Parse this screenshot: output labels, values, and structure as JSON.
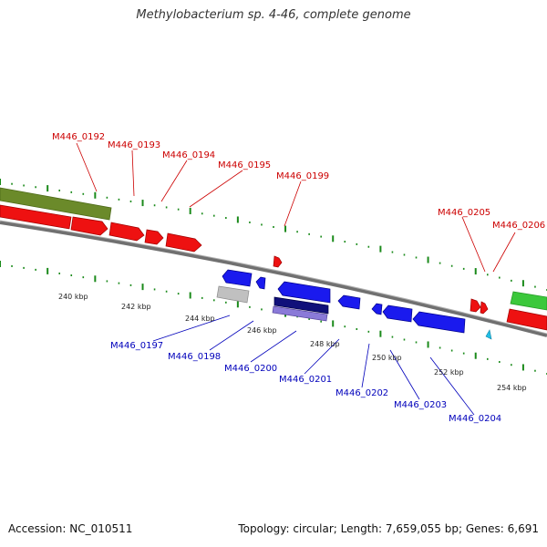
{
  "title": "Methylobacterium sp. 4-46, complete genome",
  "footer": {
    "accession": "Accession: NC_010511",
    "topology": "Topology: circular",
    "length": "Length: 7,659,055 bp",
    "genes": "Genes: 6,691"
  },
  "colors": {
    "forward_gene": "#ee1111",
    "reverse_gene": "#1a1aee",
    "rrna_olive": "#6b8a2a",
    "rrna_green": "#3cc83c",
    "pseudo_gray": "#c0c0c0",
    "dark_blue": "#10107a",
    "light_purple": "#8a7ad8",
    "cyan": "#22c0e8",
    "tick_green": "#1a8a1a",
    "forward_label": "#cc0000",
    "reverse_label": "#0000bb",
    "backbone": "#808080"
  },
  "scale_labels": [
    {
      "text": "240 kbp"
    },
    {
      "text": "242 kbp"
    },
    {
      "text": "244 kbp"
    },
    {
      "text": "246 kbp"
    },
    {
      "text": "248 kbp"
    },
    {
      "text": "250 kbp"
    },
    {
      "text": "252 kbp"
    },
    {
      "text": "254 kbp"
    }
  ],
  "forward_labels": [
    "M446_0192",
    "M446_0193",
    "M446_0194",
    "M446_0195",
    "M446_0199",
    "M446_0205",
    "M446_0206"
  ],
  "reverse_labels": [
    "M446_0197",
    "M446_0198",
    "M446_0200",
    "M446_0201",
    "M446_0202",
    "M446_0203",
    "M446_0204"
  ]
}
